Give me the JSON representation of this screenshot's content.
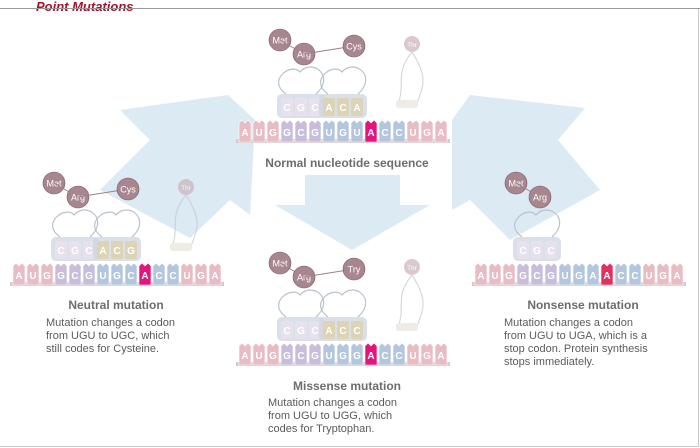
{
  "header": {
    "title": "Point Mutations"
  },
  "colors": {
    "pink": "#e7bcc3",
    "lavender": "#c8bedb",
    "blue": "#b4c6dd",
    "tan": "#d9d3bb",
    "magenta": "#e2157e",
    "red": "#e0315f",
    "aa": "#a8868f",
    "arrow": "#cfe2f0"
  },
  "panels": {
    "normal": {
      "caption": "Normal nucleotide sequence",
      "description": [],
      "mrna": [
        "A",
        "U",
        "G",
        "G",
        "C",
        "G",
        "U",
        "G",
        "U",
        "A",
        "C",
        "C",
        "U",
        "G",
        "A"
      ],
      "anticodon": [
        "C",
        "G",
        "C",
        "A",
        "C",
        "A"
      ],
      "amino_acids": [
        "Met",
        "Arg",
        "Cys"
      ],
      "incoming": "Thr",
      "highlight": 9
    },
    "neutral": {
      "caption": "Neutral mutation",
      "description": [
        "Mutation changes a codon",
        "from UGU to UGC, which",
        "still codes for Cysteine."
      ],
      "mrna": [
        "A",
        "U",
        "G",
        "G",
        "C",
        "G",
        "U",
        "G",
        "C",
        "A",
        "C",
        "C",
        "U",
        "G",
        "A"
      ],
      "anticodon": [
        "C",
        "G",
        "C",
        "A",
        "C",
        "G"
      ],
      "amino_acids": [
        "Met",
        "Arg",
        "Cys"
      ],
      "incoming": "Thr",
      "highlight": 9
    },
    "missense": {
      "caption": "Missense mutation",
      "description": [
        "Mutation changes a codon",
        "from UGU to UGG, which",
        "codes for Tryptophan."
      ],
      "mrna": [
        "A",
        "U",
        "G",
        "G",
        "C",
        "G",
        "U",
        "G",
        "G",
        "A",
        "C",
        "C",
        "U",
        "G",
        "A"
      ],
      "anticodon": [
        "C",
        "G",
        "C",
        "A",
        "C",
        "C"
      ],
      "amino_acids": [
        "Met",
        "Arg",
        "Try"
      ],
      "incoming": "Thr",
      "highlight": 9
    },
    "nonsense": {
      "caption": "Nonsense mutation",
      "description": [
        "Mutation changes a codon",
        "from UGU to UGA, which is a",
        "stop codon. Protein synthesis",
        "stops immediately."
      ],
      "mrna": [
        "A",
        "U",
        "G",
        "G",
        "C",
        "G",
        "U",
        "G",
        "A",
        "A",
        "C",
        "C",
        "U",
        "G",
        "A"
      ],
      "anticodon": [
        "C",
        "G",
        "C"
      ],
      "amino_acids": [
        "Met",
        "Arg"
      ],
      "incoming": "",
      "highlight": 9
    }
  }
}
